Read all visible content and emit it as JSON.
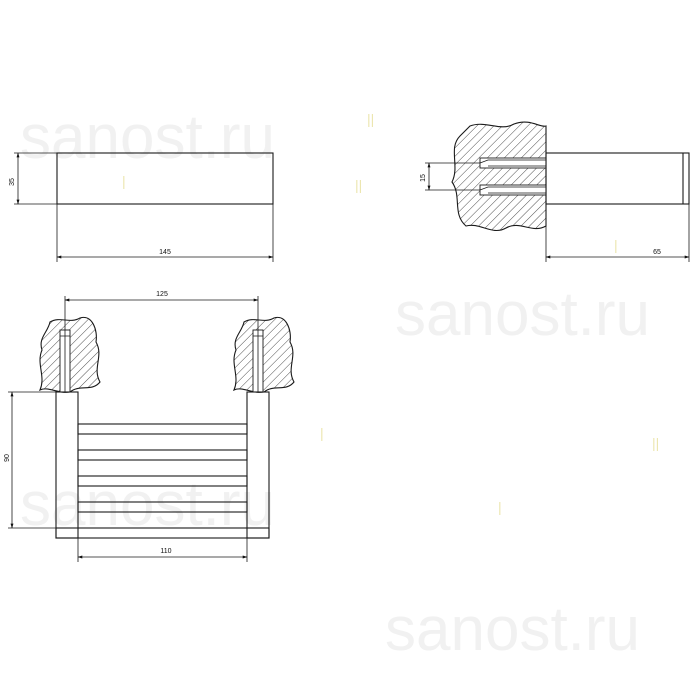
{
  "watermark": {
    "text": "sanost.ru",
    "marks": [
      "||",
      "|",
      "||",
      "|",
      "||",
      "|",
      "|"
    ]
  },
  "dimensions": {
    "front_height": "35",
    "front_length": "145",
    "side_hole_spacing": "15",
    "side_depth": "65",
    "top_mount_spacing": "125",
    "top_depth": "90",
    "top_bar_width": "110"
  }
}
